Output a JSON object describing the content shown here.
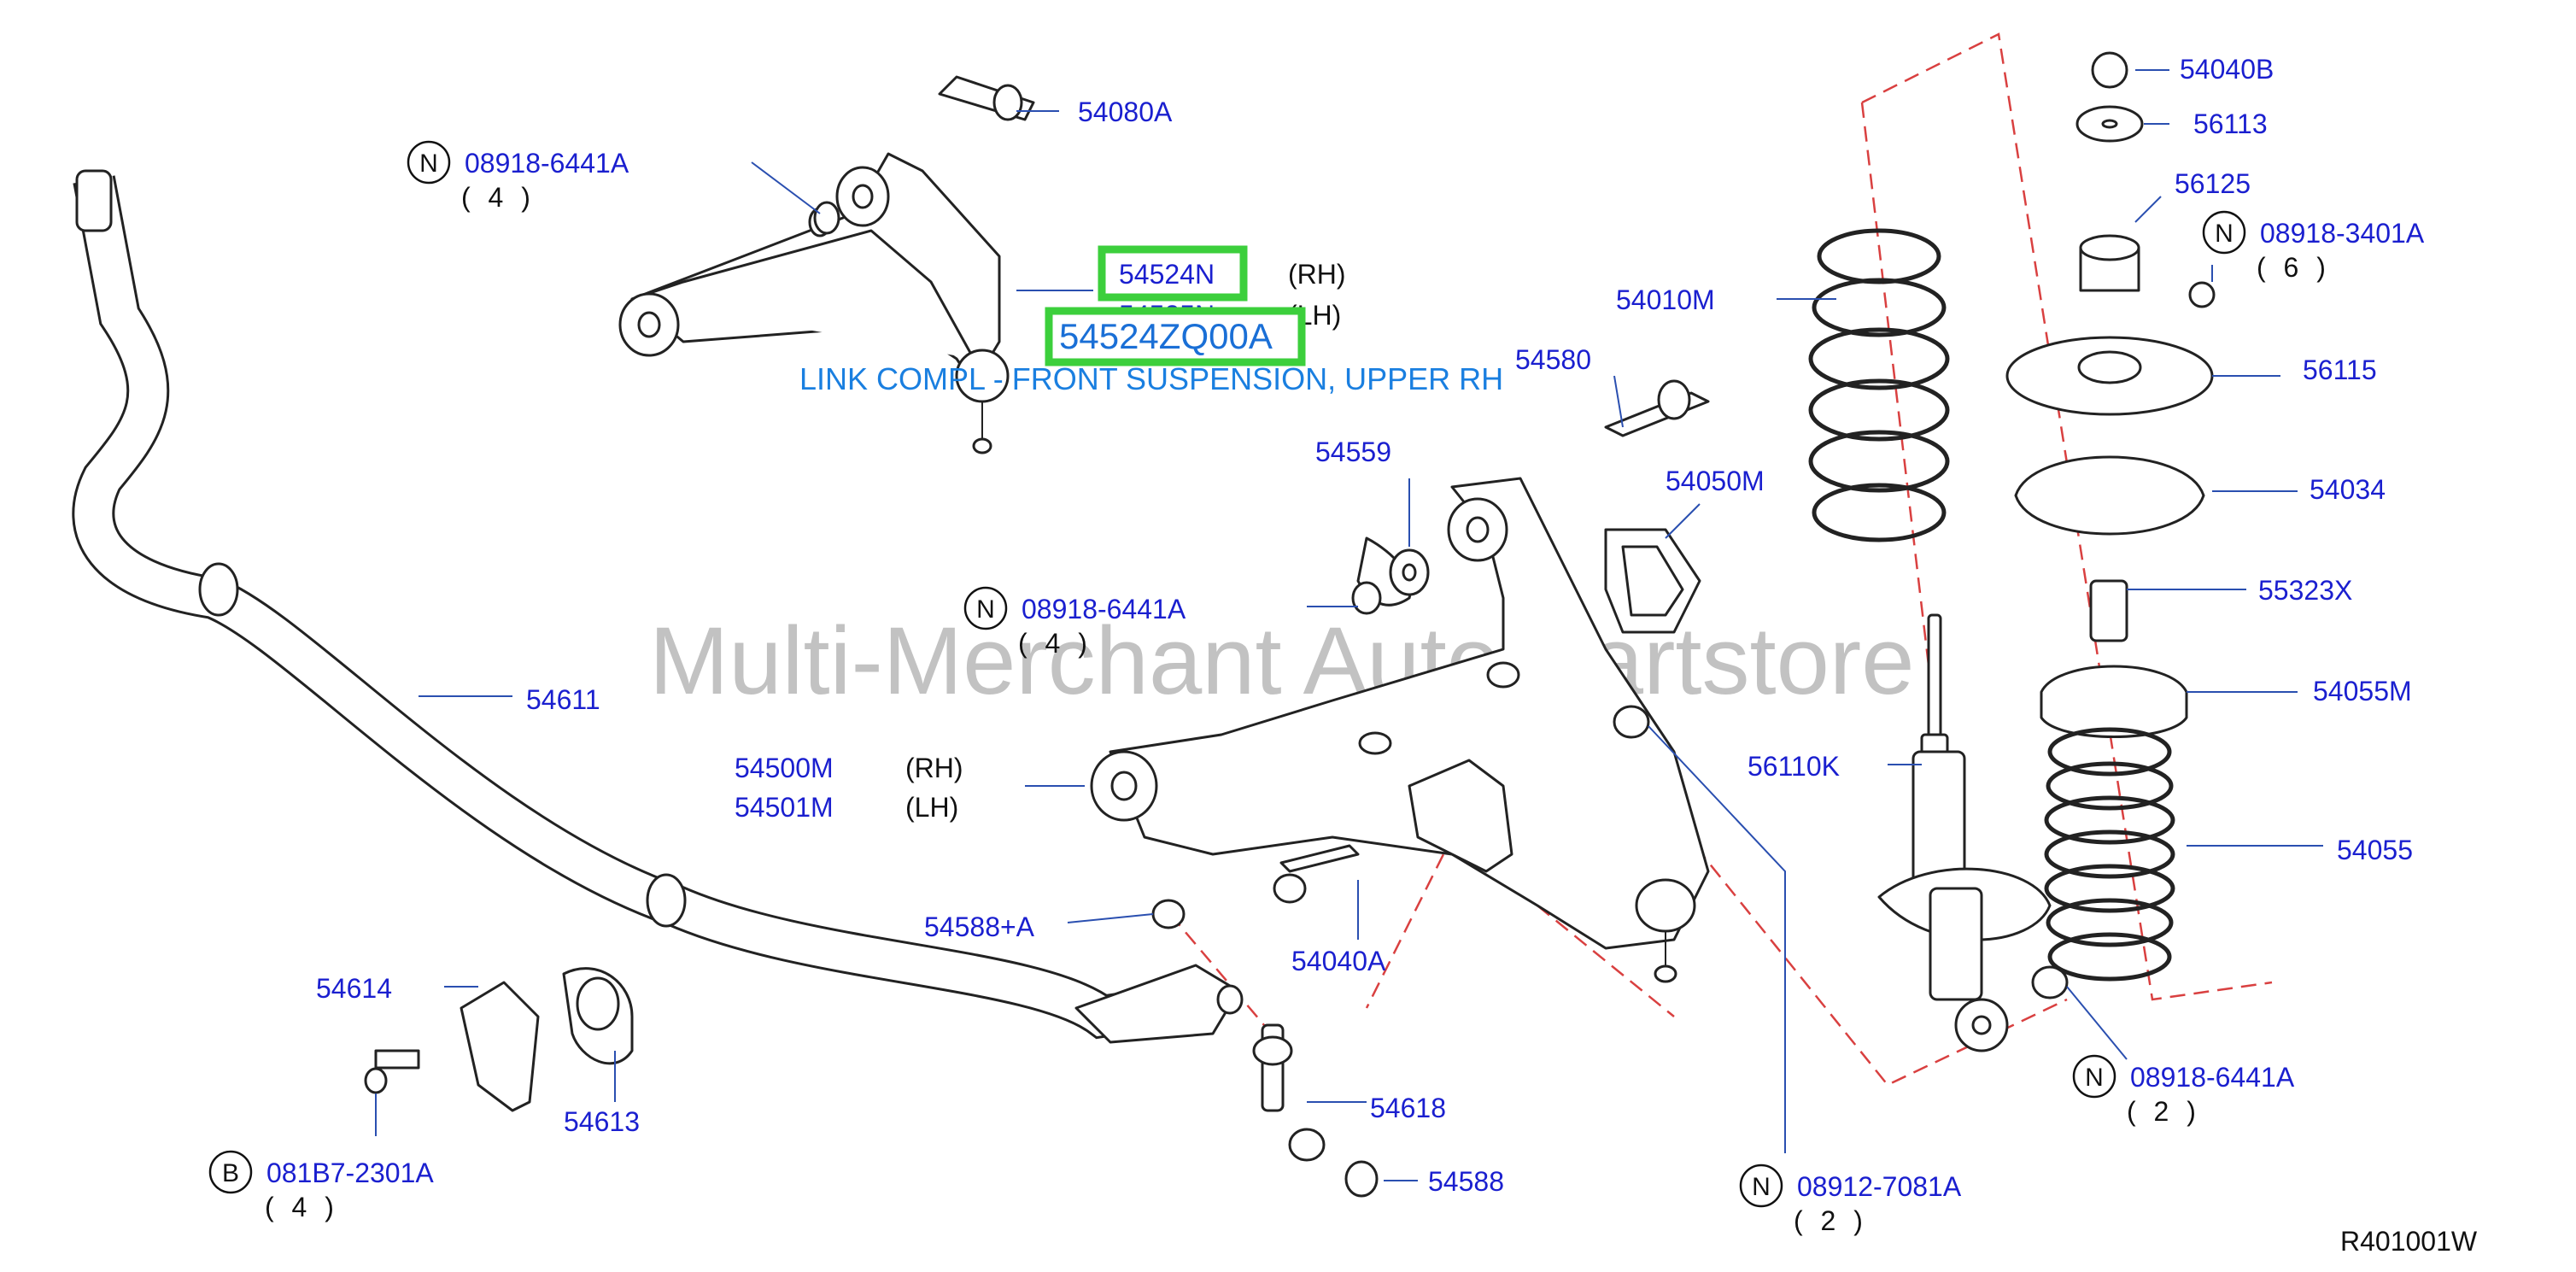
{
  "watermark": "Multi-Merchant Auto Partstore",
  "diagram_code": "R401001W",
  "selected": {
    "part": "54524ZQ00A",
    "description": "LINK COMPL - FRONT SUSPENSION, UPPER RH"
  },
  "labels": {
    "p54080A": "54080A",
    "n08918_6441A_top": "08918-6441A",
    "q4_top": "( 4 )",
    "p54524N": "54524N",
    "rh1": "(RH)",
    "p54525N": "54525N",
    "lh1": "(LH)",
    "p54010M": "54010M",
    "p54580": "54580",
    "p54559": "54559",
    "p54050M": "54050M",
    "n08918_6441A_mid": "08918-6441A",
    "q4_mid": "( 4 )",
    "p54611": "54611",
    "p54500M": "54500M",
    "rh2": "(RH)",
    "p54501M": "54501M",
    "lh2": "(LH)",
    "p54588plusA": "54588+A",
    "p54040A": "54040A",
    "p54614": "54614",
    "p54613": "54613",
    "p54618": "54618",
    "b081B7_2301A": "081B7-2301A",
    "q4_bot": "( 4 )",
    "p54588": "54588",
    "n08912_7081A": "08912-7081A",
    "q2_a": "( 2 )",
    "p56110K": "56110K",
    "p54040B": "54040B",
    "p56113": "56113",
    "p56125": "56125",
    "n08918_3401A": "08918-3401A",
    "q6": "( 6 )",
    "p56115": "56115",
    "p54034": "54034",
    "p55323X": "55323X",
    "p54055M": "54055M",
    "p54055": "54055",
    "n08918_6441A_bot": "08918-6441A",
    "q2_b": "( 2 )"
  },
  "badges": {
    "n": "N",
    "b": "B"
  },
  "colors": {
    "link": "#1a1fcf",
    "highlight": "#3ccf3c",
    "dash": "#d94040"
  }
}
